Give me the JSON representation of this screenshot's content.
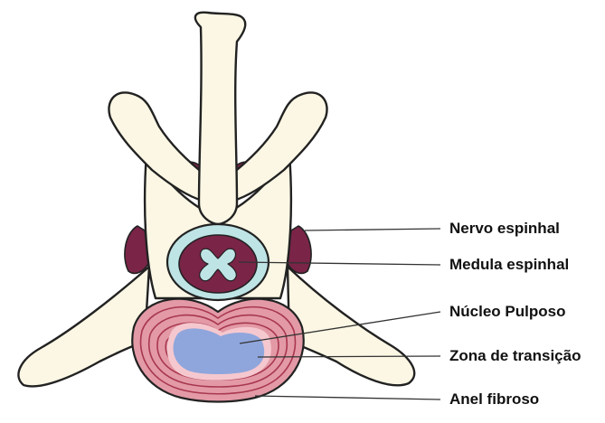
{
  "labels": {
    "nervo_espinhal": "Nervo espinhal",
    "medula_espinhal": "Medula espinhal",
    "nucleo_pulposo": "Núcleo Pulposo",
    "zona_transicao": "Zona de transição",
    "anel_fibroso": "Anel fibroso"
  },
  "colors": {
    "bone": "#fbf7e4",
    "outline": "#222222",
    "nerve": "#7a2448",
    "canal": "#bfe4e6",
    "cord_gray_matter": "#bfe4e6",
    "cord": "#7a2448",
    "annulus": "#e39aa6",
    "annulus_rings": "#a8374f",
    "transition_zone": "#f5c8cf",
    "nucleus": "#8fa6dc"
  }
}
